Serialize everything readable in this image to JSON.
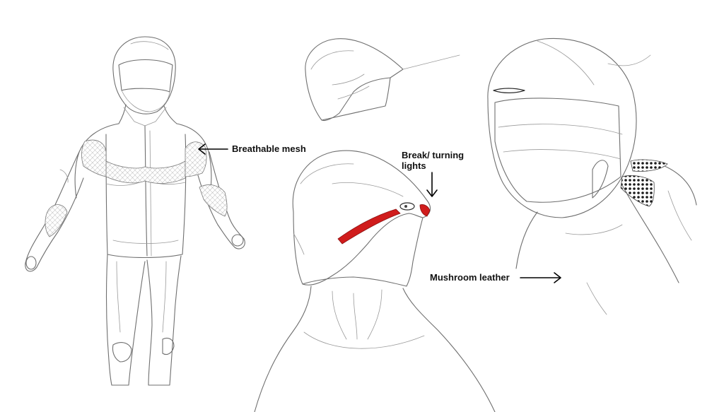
{
  "annotations": {
    "breathable_mesh": "Breathable mesh",
    "brake_lights": "Break/ turning lights",
    "mushroom_leather": "Mushroom leather"
  },
  "colors": {
    "background": "#ffffff",
    "sketch_line": "#6f6f6f",
    "light_accent": "#d01c1c",
    "label_text": "#111111"
  }
}
